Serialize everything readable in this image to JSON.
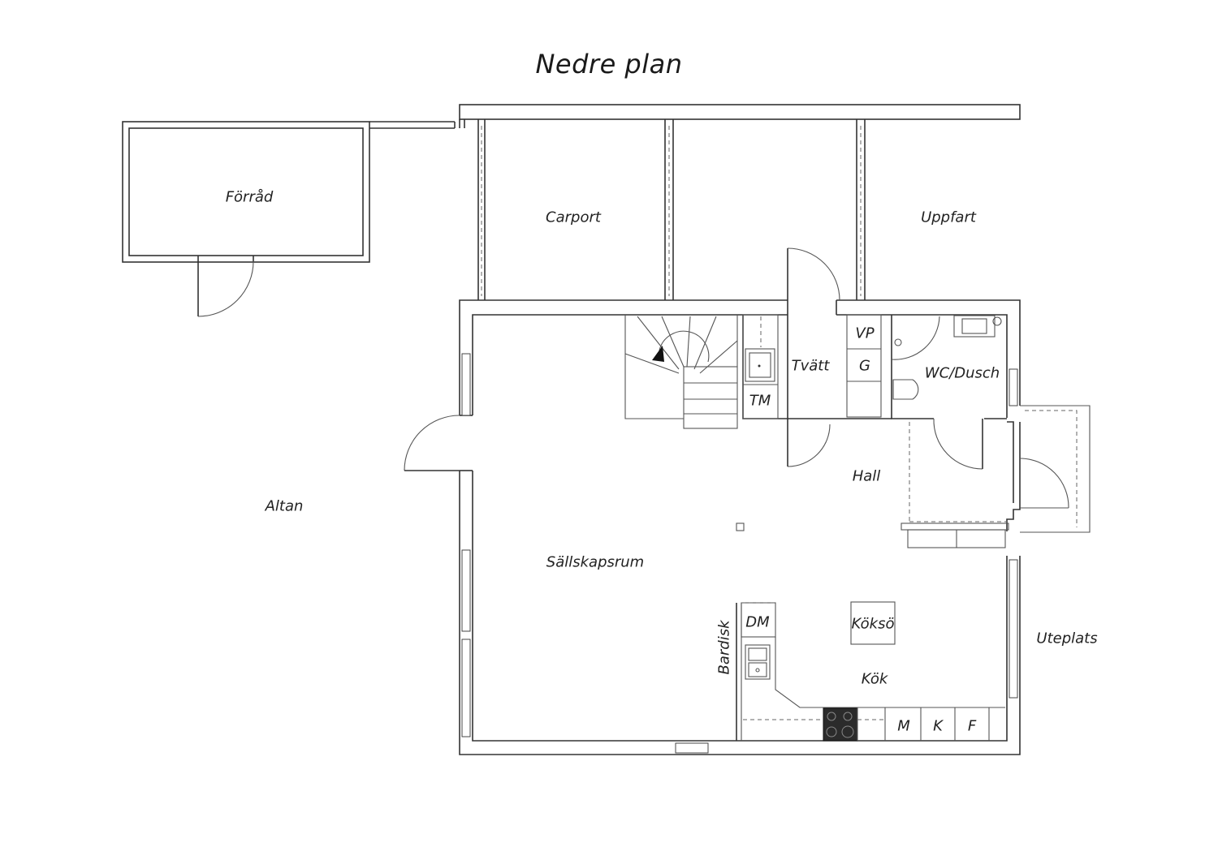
{
  "plan_title": "Nedre plan",
  "rooms": {
    "forrad": "Förråd",
    "carport": "Carport",
    "uppfart": "Uppfart",
    "altan": "Altan",
    "tvatt": "Tvätt",
    "vp": "VP",
    "g": "G",
    "wc_dusch": "WC/Dusch",
    "tm": "TM",
    "hall": "Hall",
    "sallskapsrum": "Sällskapsrum",
    "dm": "DM",
    "bardisk": "Bardisk",
    "koksö": "Köksö",
    "kok": "Kök",
    "uteplats": "Uteplats",
    "m": "M",
    "k": "K",
    "f": "F"
  },
  "colors": {
    "line": "#333333",
    "hob": "#2b2b2b",
    "background": "#ffffff"
  }
}
